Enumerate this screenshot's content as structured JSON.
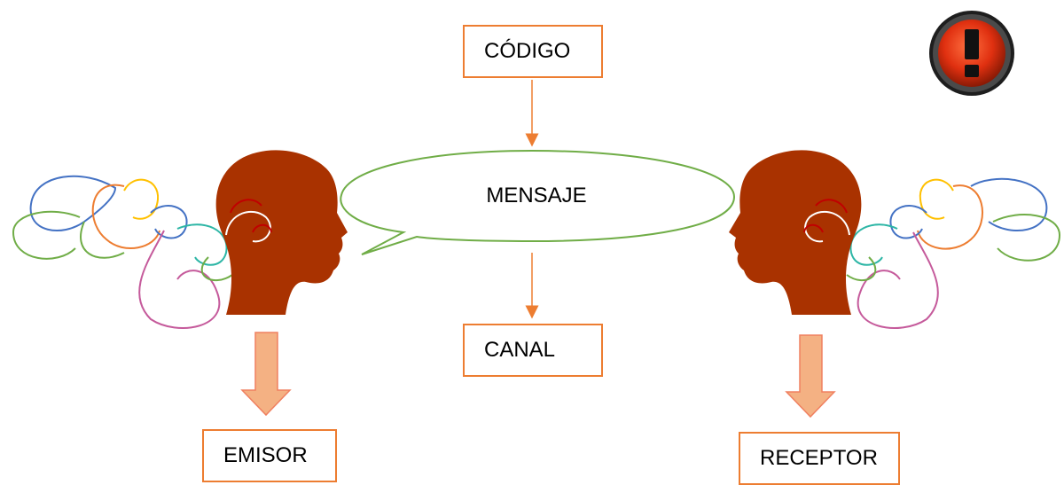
{
  "diagram": {
    "code_label": "CÓDIGO",
    "message_label": "MENSAJE",
    "channel_label": "CANAL",
    "sender_label": "EMISOR",
    "receiver_label": "RECEPTOR"
  },
  "colors": {
    "head": "#A93200",
    "box_border": "#ED7D31",
    "connector": "#ED7D31",
    "big_arrow_fill": "#F4B183",
    "big_arrow_stroke": "#F08060",
    "bubble_border": "#70AD47",
    "warning_red": "#E03010",
    "warning_ring": "#2A2A2A"
  },
  "icons": {
    "warning": "exclamation-icon",
    "sender_head": "head-silhouette-icon",
    "receiver_head": "head-silhouette-icon"
  }
}
